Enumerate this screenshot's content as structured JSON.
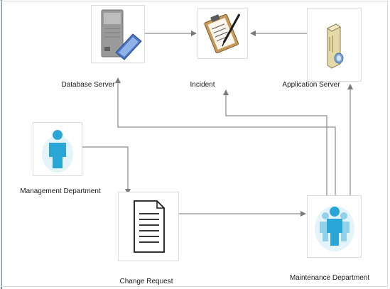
{
  "diagram": {
    "nodes": {
      "database_server": {
        "label": "Database Server",
        "icon": "server-icon"
      },
      "incident": {
        "label": "Incident",
        "icon": "clipboard-icon"
      },
      "application_server": {
        "label": "Application Server",
        "icon": "tower-server-icon"
      },
      "management_department": {
        "label": "Management Department",
        "icon": "person-icon"
      },
      "change_request": {
        "label": "Change Request",
        "icon": "document-icon"
      },
      "maintenance_department": {
        "label": "Maintenance Department",
        "icon": "people-icon"
      }
    },
    "edges": [
      {
        "from": "Database Server",
        "to": "Incident"
      },
      {
        "from": "Application Server",
        "to": "Incident"
      },
      {
        "from": "Management Department",
        "to": "Change Request"
      },
      {
        "from": "Change Request",
        "to": "Maintenance Department"
      },
      {
        "from": "Maintenance Department",
        "to": "Database Server"
      },
      {
        "from": "Maintenance Department",
        "to": "Incident"
      },
      {
        "from": "Maintenance Department",
        "to": "Application Server"
      }
    ],
    "colors": {
      "line": "#8a8a8a",
      "person": "#2aa6d6",
      "server": "#8c8c8c"
    }
  }
}
